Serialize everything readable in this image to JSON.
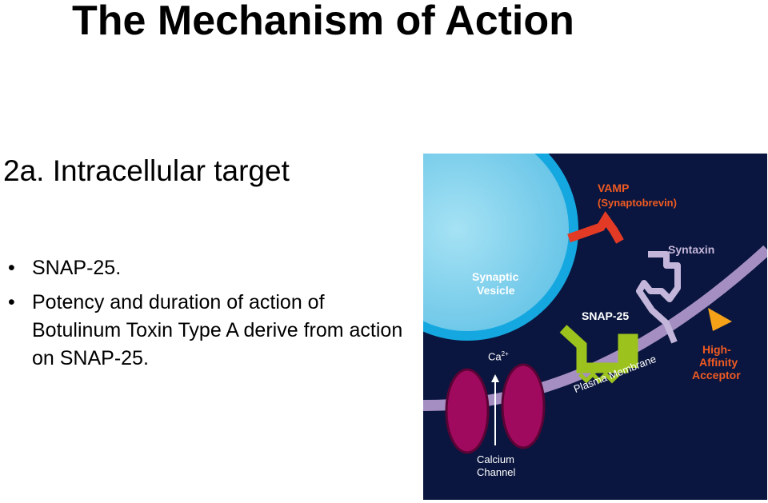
{
  "slide": {
    "title": "The Mechanism of Action",
    "subtitle": "2a. Intracellular target",
    "bullets": [
      {
        "marker": "•",
        "text": "SNAP-25."
      },
      {
        "marker": "•",
        "text": "Potency and duration of action of Botulinum Toxin Type A derive from action on SNAP-25."
      }
    ]
  },
  "figure": {
    "labels": {
      "vamp": "VAMP",
      "vamp_sub": "(Synaptobrevin)",
      "syntaxin": "Syntaxin",
      "synaptic_vesicle_1": "Synaptic",
      "synaptic_vesicle_2": "Vesicle",
      "snap25": "SNAP-25",
      "ca_ion": "Ca",
      "ca_charge": "2+",
      "high_affinity_1": "High-",
      "high_affinity_2": "Affinity",
      "high_affinity_3": "Acceptor",
      "plasma_membrane": "Plasma Membrane",
      "calcium_channel_1": "Calcium",
      "calcium_channel_2": "Channel"
    },
    "colors": {
      "background": "#0a163f",
      "vesicle": "#8ad4ec",
      "vesicle_rim": "#15a8e0",
      "membrane": "#a58fc2",
      "vamp": "#e23a25",
      "syntaxin": "#c4b6da",
      "snap25": "#9cc21d",
      "acceptor": "#f5a219",
      "channel": "#a00a5e",
      "label_orange": "#f05a22",
      "label_white": "#ffffff"
    }
  }
}
